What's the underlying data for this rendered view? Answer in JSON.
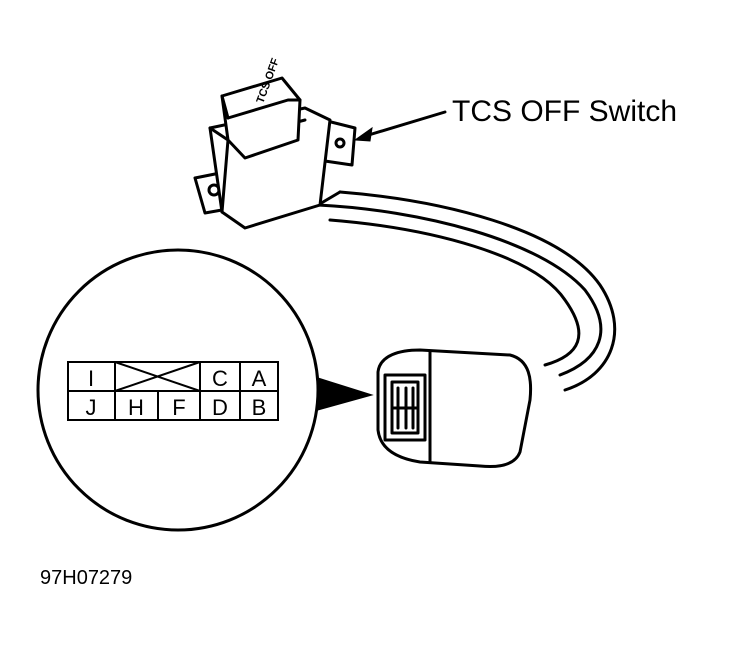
{
  "callout": {
    "label": "TCS OFF Switch"
  },
  "figure_id": "97H07279",
  "connector_face": {
    "top_row": [
      "I",
      "",
      "C",
      "A"
    ],
    "bottom_row": [
      "J",
      "H",
      "F",
      "D",
      "B"
    ],
    "blank_cell_marker": "X"
  },
  "switch_cap_text": "TCS OFF",
  "colors": {
    "ink": "#000000",
    "background": "#ffffff"
  }
}
